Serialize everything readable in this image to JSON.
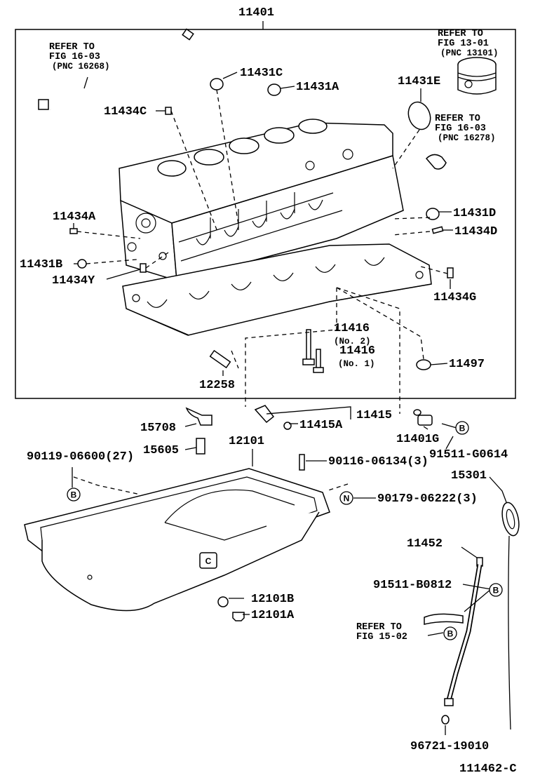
{
  "diagram": {
    "id": "111462-C",
    "parts": {
      "p11401": "11401",
      "p11431C": "11431C",
      "p11431A": "11431A",
      "p11431E": "11431E",
      "p11434C": "11434C",
      "p11434A": "11434A",
      "p11431D": "11431D",
      "p11434D": "11434D",
      "p11431B": "11431B",
      "p11434Y": "11434Y",
      "p11434G": "11434G",
      "p11416_no2": "11416",
      "p11416_no2_sub": "(No. 2)",
      "p11416_no1": "11416",
      "p11416_no1_sub": "(No. 1)",
      "p11497": "11497",
      "p12258": "12258",
      "p11415": "11415",
      "p11415A": "11415A",
      "p11401G": "11401G",
      "p15708": "15708",
      "p15605": "15605",
      "p12101": "12101",
      "p90119": "90119-06600(27)",
      "p90116": "90116-06134(3)",
      "p91511G": "91511-G0614",
      "p15301": "15301",
      "p90179": "90179-06222(3)",
      "p11452": "11452",
      "p91511B": "91511-B0812",
      "p12101B": "12101B",
      "p12101A": "12101A",
      "p96721": "96721-19010"
    },
    "refs": {
      "ref1603_l1": "REFER TO",
      "ref1603_l2": "FIG 16-03",
      "ref1603_l3": "(PNC 16268)",
      "ref1301_l1": "REFER TO",
      "ref1301_l2": "FIG 13-01",
      "ref1301_l3": "(PNC 13101)",
      "ref1603b_l1": "REFER TO",
      "ref1603b_l2": "FIG 16-03",
      "ref1603b_l3": "(PNC 16278)",
      "ref1502_l1": "REFER TO",
      "ref1502_l2": "FIG 15-02"
    },
    "markers": {
      "B": "B",
      "C": "C",
      "N": "N"
    }
  }
}
